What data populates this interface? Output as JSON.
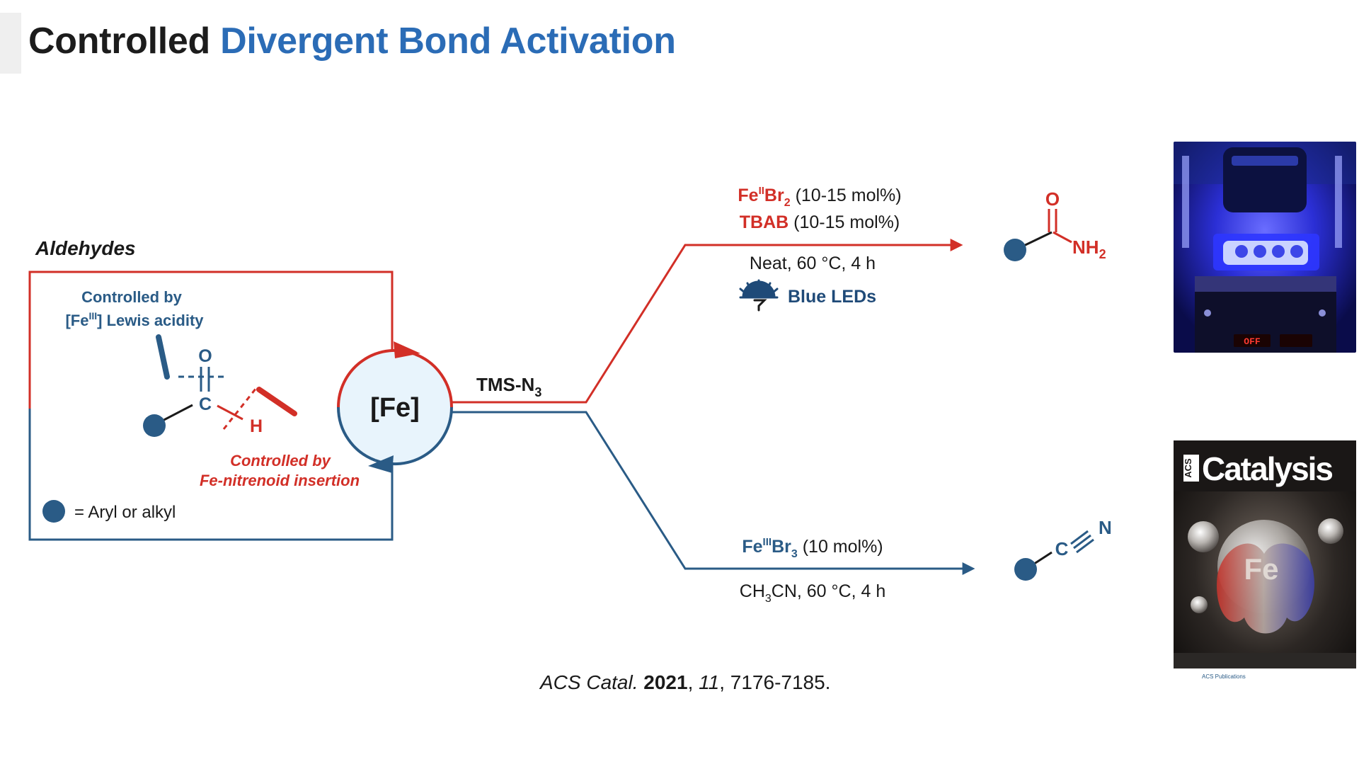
{
  "slide": {
    "title_part1": "Controlled",
    "title_part2": "Divergent Bond Activation"
  },
  "left_box": {
    "heading": "Aldehydes",
    "lewis_label_line1": "Controlled by",
    "lewis_label_fe": "[Fe",
    "lewis_label_ox": "III",
    "lewis_label_rest": "] Lewis acidity",
    "atom_o": "O",
    "atom_c": "C",
    "atom_h": "H",
    "nitrenoid_line1": "Controlled by",
    "nitrenoid_line2": "Fe-nitrenoid insertion",
    "legend_text": "= Aryl or alkyl"
  },
  "catalyst": {
    "label": "[Fe]",
    "reagent": "TMS-N",
    "reagent_sub": "3"
  },
  "upper_path": {
    "cond1_metal": "Fe",
    "cond1_ox": "II",
    "cond1_ligand": "Br",
    "cond1_sub": "2",
    "cond1_loading": "(10-15 mol%)",
    "cond2_name": "TBAB",
    "cond2_loading": "(10-15 mol%)",
    "cond3": "Neat, 60 °C,  4 h",
    "light_label": "Blue LEDs",
    "product_o": "O",
    "product_nh": "NH",
    "product_nh_sub": "2"
  },
  "lower_path": {
    "cond1_metal": "Fe",
    "cond1_ox": "III",
    "cond1_ligand": "Br",
    "cond1_sub": "3",
    "cond1_loading": "(10 mol%)",
    "cond2_pre": "CH",
    "cond2_sub": "3",
    "cond2_post": "CN, 60 °C, 4 h",
    "product_c": "C",
    "product_n": "N"
  },
  "photo": {
    "display_text": "OFF"
  },
  "journal_cover": {
    "acs": "ACS",
    "name": "Catalysis",
    "cover_metal": "Fe",
    "publisher": "ACS Publications"
  },
  "citation": {
    "journal": "ACS Catal.",
    "year": "2021",
    "volume": "11",
    "pages": "7176-7185."
  },
  "colors": {
    "red": "#d22f27",
    "blue": "#2a5b86",
    "title_blue": "#2b6cb6",
    "light_blue_fill": "#e8f4fc"
  }
}
